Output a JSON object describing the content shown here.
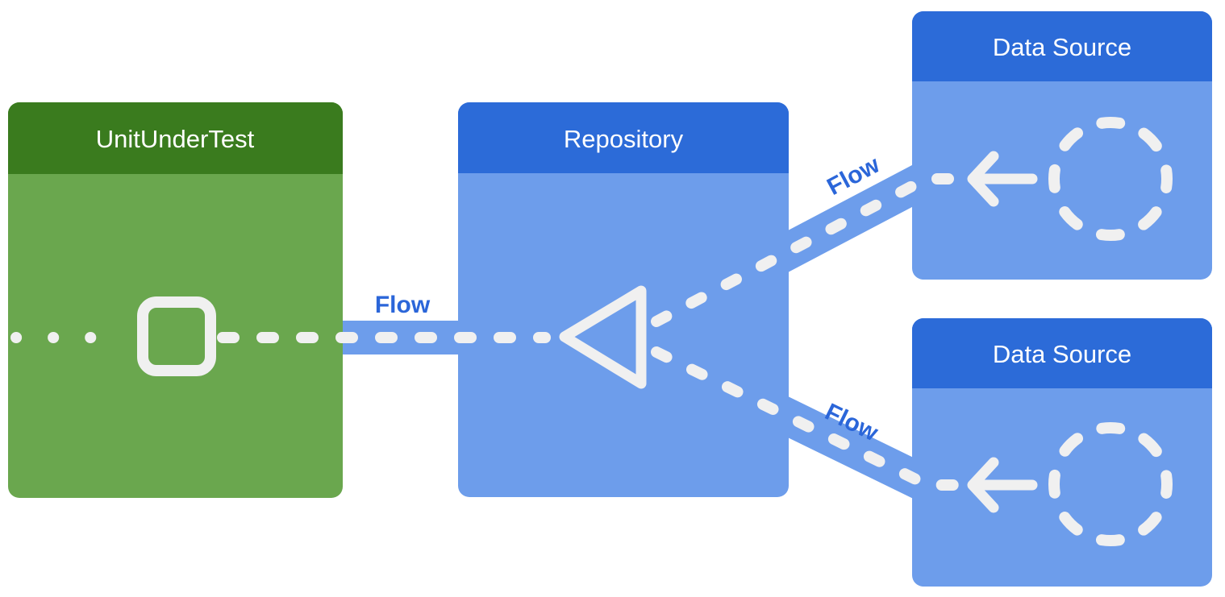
{
  "diagram": {
    "type": "architecture-flow-diagram",
    "boxes": [
      {
        "id": "unit-under-test",
        "title": "UnitUnderTest",
        "body_color": "#6aa74e",
        "header_color": "#3a7b1e"
      },
      {
        "id": "repository",
        "title": "Repository",
        "body_color": "#6d9deb",
        "header_color": "#2c6bd8"
      },
      {
        "id": "data-source-top",
        "title": "Data Source",
        "body_color": "#6d9deb",
        "header_color": "#2c6bd8"
      },
      {
        "id": "data-source-bottom",
        "title": "Data Source",
        "body_color": "#6d9deb",
        "header_color": "#2c6bd8"
      }
    ],
    "flows": [
      {
        "id": "repository-to-unit",
        "label": "Flow",
        "from": "Repository",
        "to": "UnitUnderTest"
      },
      {
        "id": "data-source-top-to-repo",
        "label": "Flow",
        "from": "Data Source (top)",
        "to": "Repository"
      },
      {
        "id": "data-source-bottom-to-repo",
        "label": "Flow",
        "from": "Data Source (bottom)",
        "to": "Repository"
      }
    ],
    "icons": [
      "square-port-icon",
      "triangle-merge-icon",
      "dashed-circle-icon-top",
      "left-arrow-icon-top",
      "dashed-circle-icon-bottom",
      "left-arrow-icon-bottom"
    ],
    "colors": {
      "background": "#ffffff",
      "green_body": "#6aa74e",
      "green_header": "#3a7b1e",
      "blue_body": "#6d9deb",
      "blue_header": "#2c6bd8",
      "flow_band": "#6d9deb",
      "dash_white": "#f0f0f0",
      "flow_label_text": "#2b66d9",
      "title_text": "#ffffff"
    }
  }
}
